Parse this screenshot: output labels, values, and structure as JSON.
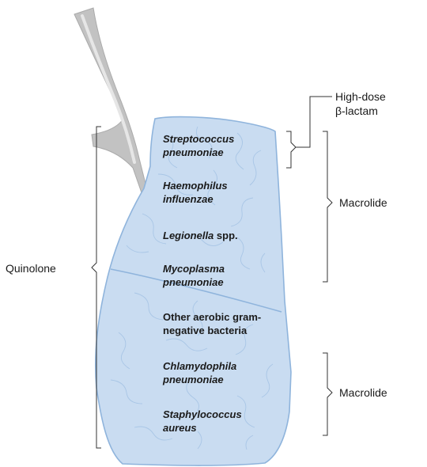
{
  "organisms": [
    {
      "line1": "Streptococcus",
      "line2": "pneumoniae"
    },
    {
      "line1": "Haemophilus",
      "line2": "influenzae"
    },
    {
      "genus": "Legionella",
      "suffix": " spp."
    },
    {
      "line1": "Mycoplasma",
      "line2": "pneumoniae"
    },
    {
      "line1": "Other aerobic gram-",
      "line2": "negative bacteria"
    },
    {
      "line1": "Chlamydophila",
      "line2": "pneumoniae"
    },
    {
      "line1": "Staphylococcus",
      "line2": "aureus"
    }
  ],
  "treatments": {
    "quinolone": "Quinolone",
    "high_dose_line1": "High-dose",
    "high_dose_line2": "β-lactam",
    "macrolide_upper": "Macrolide",
    "macrolide_lower": "Macrolide"
  },
  "colors": {
    "lung_fill": "#c9dcf1",
    "lung_outline": "#8fb4dc",
    "lung_veins": "#a9c6e6",
    "trachea": "#c2c2c2",
    "bracket": "#333333"
  }
}
